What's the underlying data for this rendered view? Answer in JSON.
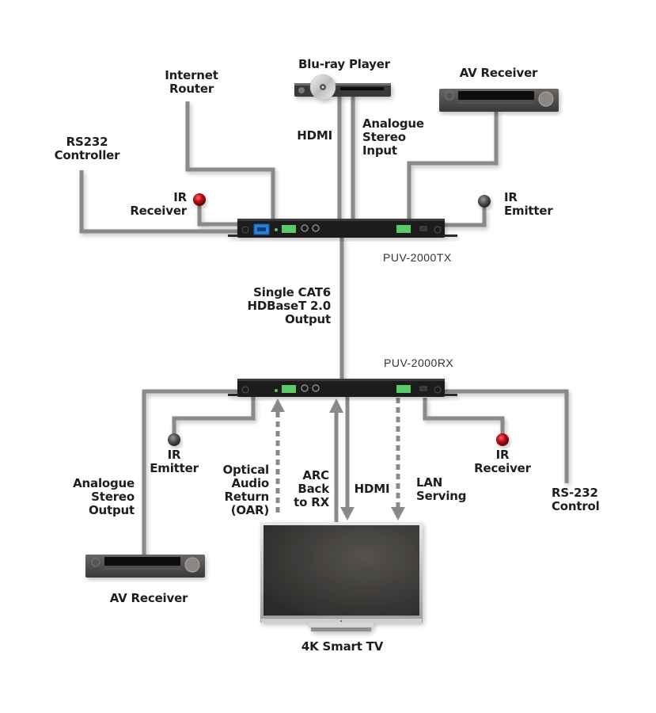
{
  "diagram": {
    "title": "PUV-2000TX / PUV-2000RX HDBaseT 2.0 Connection Diagram",
    "devices": {
      "tx_model": "PUV-2000TX",
      "rx_model": "PUV-2000RX",
      "bluray": "Blu-ray Player",
      "av_receiver_top": "AV Receiver",
      "av_receiver_bottom": "AV Receiver",
      "tv": "4K Smart TV"
    },
    "labels": {
      "internet_router": "Internet\nRouter",
      "rs232_controller": "RS232\nController",
      "ir_receiver_tx": "IR\nReceiver",
      "ir_emitter_tx": "IR\nEmitter",
      "hdmi_top": "HDMI",
      "analogue_stereo_input": "Analogue\nStereo\nInput",
      "cat6": "Single CAT6\nHDBaseT 2.0\nOutput",
      "ir_emitter_rx": "IR\nEmitter",
      "analogue_stereo_output": "Analogue\nStereo\nOutput",
      "optical_audio_return": "Optical\nAudio\nReturn\n(OAR)",
      "arc_back": "ARC\nBack\nto RX",
      "hdmi_bottom": "HDMI",
      "lan_serving": "LAN\nServing",
      "ir_receiver_rx": "IR\nReceiver",
      "rs232_control": "RS-232\nControl"
    },
    "colors": {
      "wire": "#8a8a8a",
      "wire_shadow": "#d8d8d8",
      "device_body": "#1c1c1c",
      "ir_receiver": "#c0101a",
      "ir_emitter": "#555555",
      "terminal_green": "#5bc86a",
      "port_blue": "#2a7fd6"
    }
  }
}
